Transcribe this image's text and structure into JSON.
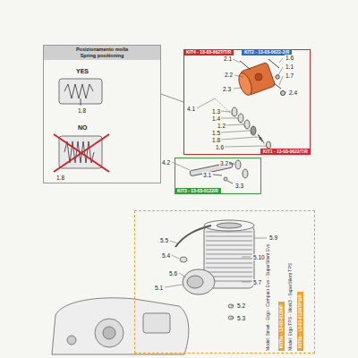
{
  "diagram": {
    "nodes": [
      {
        "text": [
          "Posizionamento molla",
          "Spring positioning"
        ]
      },
      {
        "text": [
          "KIT4 - 13-03-0627/T/R"
        ]
      },
      {
        "text": [
          "KIT2 - 13-03-0622-2/R"
        ],
        "in": 1
      },
      {
        "text": [
          "KIT1 - 13-03-0622/T/R"
        ],
        "in": 1
      },
      {
        "text": [
          "KIT3 - 13-03-0122/R"
        ]
      },
      {
        "text": [
          "Model: Smart - Ergo - Compact Evo - SuperSilent Evo",
          "Model: Ergo TPS - Work3 - SuperSilent TPS"
        ]
      },
      {
        "text": [
          "KIT5a - 13-03-0120/R"
        ],
        "in": 5
      },
      {
        "text": [
          "KIT5b - 13-03-0120/TPS/R"
        ],
        "in": 5
      }
    ],
    "edges": [
      {
        "from": 0,
        "to": 1,
        "arrow": "none"
      }
    ],
    "labels": [
      "YES",
      "1.8",
      "NO",
      "1.8",
      "2.1",
      "1.6",
      "1.1",
      "1.7",
      "2.2",
      "2.3",
      "2.4",
      "4.1",
      "1.3",
      "1.4",
      "1.2",
      "1.5",
      "1.8",
      "1.6",
      "4.2",
      "3.2",
      "3.1",
      "3.3",
      "5.5",
      "5.4",
      "5.9",
      "5.6",
      "5.10",
      "5.7",
      "5.1",
      "5.2",
      "5.3"
    ]
  }
}
